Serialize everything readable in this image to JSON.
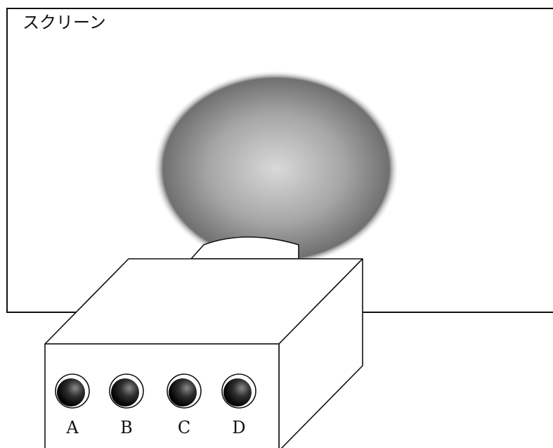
{
  "screen": {
    "label": "スクリーン"
  },
  "projector": {
    "buttons": [
      {
        "label": "A"
      },
      {
        "label": "B"
      },
      {
        "label": "C"
      },
      {
        "label": "D"
      }
    ]
  },
  "colors": {
    "line": "#111111",
    "spot_center": "#d9d9d9",
    "spot_edge": "#6f6f6f",
    "button_dark": "#000000",
    "button_light": "#777777"
  }
}
